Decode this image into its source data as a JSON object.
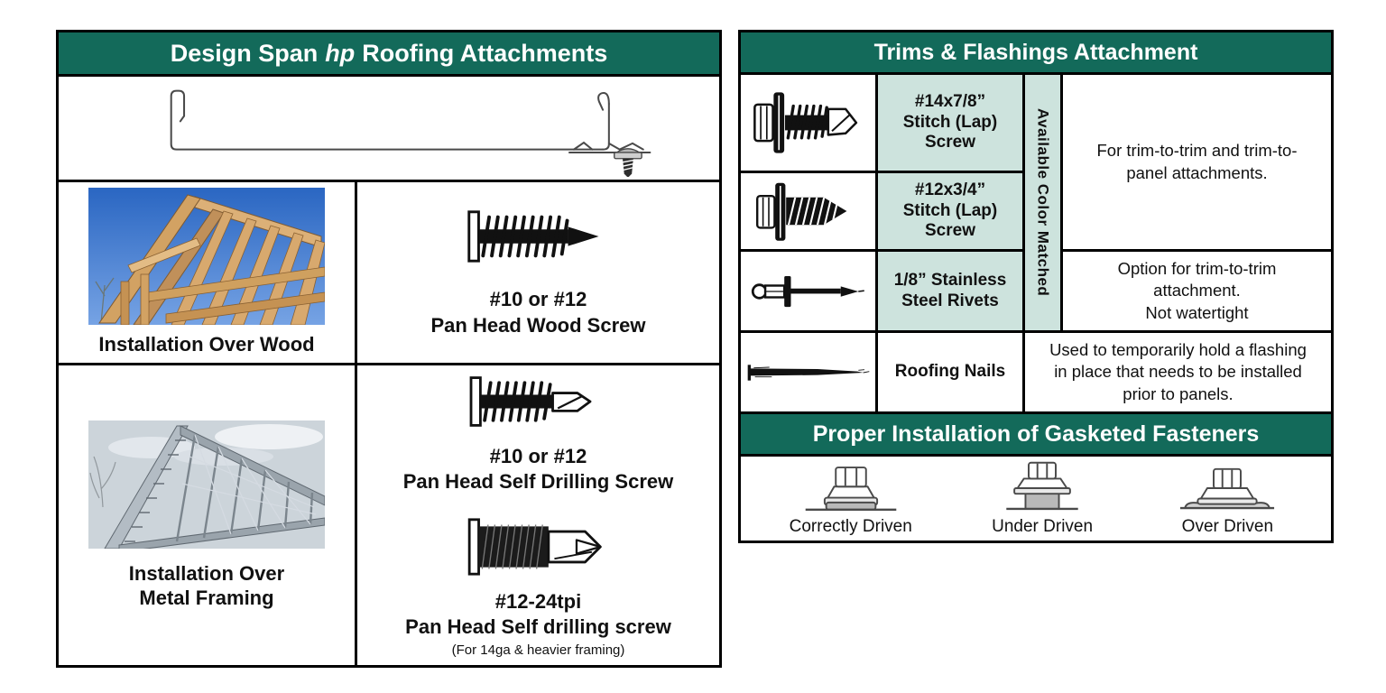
{
  "colors": {
    "header_bg": "#136a5a",
    "teal_cell": "#cde3dd"
  },
  "left_panel": {
    "title": {
      "pre": "Design Span",
      "italic": "hp",
      "post": "Roofing Attachments"
    },
    "wood": {
      "caption": "Installation Over Wood",
      "screw_size": "#10 or #12",
      "screw_name": "Pan Head Wood Screw"
    },
    "metal": {
      "caption": "Installation Over\nMetal Framing",
      "screw1_size": "#10 or #12",
      "screw1_name": "Pan Head Self Drilling Screw",
      "screw2_size": "#12-24tpi",
      "screw2_name": "Pan Head Self drilling screw",
      "screw2_note": "(For 14ga & heavier framing)"
    }
  },
  "right_panel": {
    "title": "Trims & Flashings Attachment",
    "available_strip": "Available Color Matched",
    "fasteners": [
      {
        "icon": "hex-washer-self-drilling-stitch-screw-icon",
        "label": "#14x7/8”\nStitch (Lap)\nScrew"
      },
      {
        "icon": "hex-washer-sharp-point-stitch-screw-icon",
        "label": "#12x3/4”\nStitch (Lap)\nScrew"
      },
      {
        "icon": "pop-rivet-icon",
        "label": "1/8” Stainless\nSteel Rivets"
      },
      {
        "icon": "roofing-nail-icon",
        "label": "Roofing Nails"
      }
    ],
    "descriptions": {
      "trim_panel": "For trim-to-trim and trim-to-\npanel attachments.",
      "rivets": "Option for trim-to-trim\nattachment.\nNot watertight",
      "nails": "Used to temporarily hold a flashing\nin place that needs to be installed\nprior to panels."
    },
    "gasket_title": "Proper Installation of Gasketed Fasteners",
    "driven": [
      {
        "icon": "correctly-driven-fastener-icon",
        "label": "Correctly Driven"
      },
      {
        "icon": "under-driven-fastener-icon",
        "label": "Under Driven"
      },
      {
        "icon": "over-driven-fastener-icon",
        "label": "Over Driven"
      }
    ]
  }
}
